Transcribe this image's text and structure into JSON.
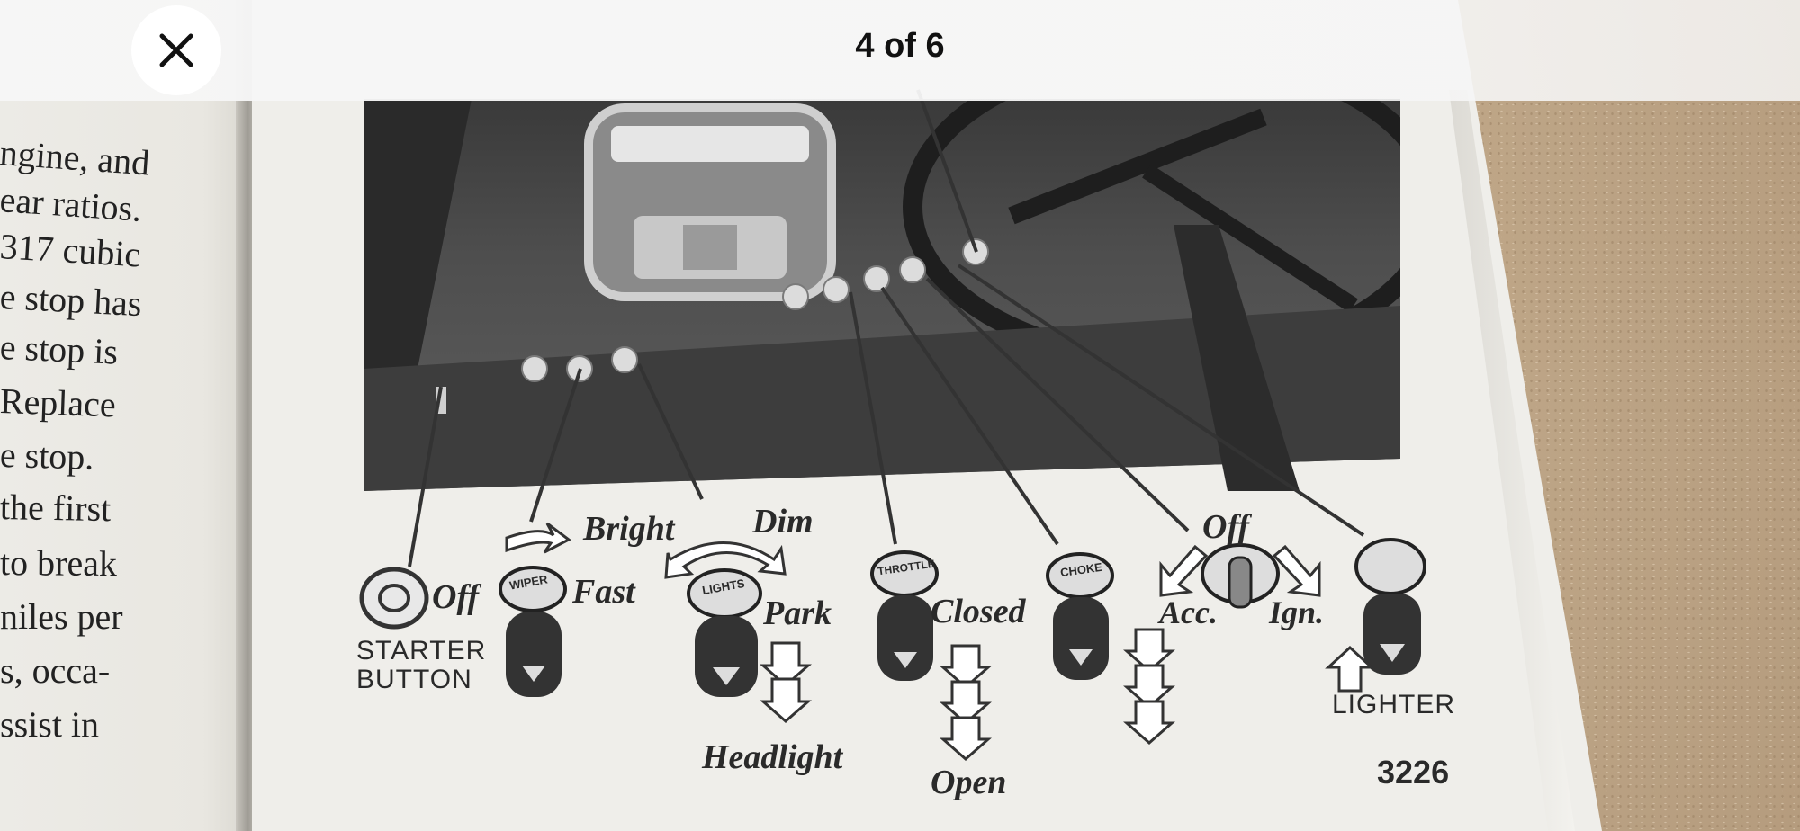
{
  "viewer": {
    "counter": "4 of 6",
    "close_icon": "close-icon"
  },
  "left_page": {
    "lines": [
      "ngine, and",
      "ear ratios.",
      "317 cubic",
      "e stop has",
      "e stop is",
      "Replace",
      "e stop.",
      "the first",
      "to break",
      "niles per",
      "s, occa-",
      "ssist in"
    ]
  },
  "diagram": {
    "starter": "STARTER\nBUTTON",
    "off_starter": "Off",
    "wiper_fast": "Fast",
    "bright": "Bright",
    "dim": "Dim",
    "park": "Park",
    "headlight": "Headlight",
    "closed": "Closed",
    "open": "Open",
    "off_ign": "Off",
    "acc": "Acc.",
    "ign": "Ign.",
    "lighter": "LIGHTER",
    "figure_number": "3226",
    "knob_wiper": "WIPER",
    "knob_lights": "LIGHTS",
    "knob_throttle": "THROTTLE",
    "knob_choke": "CHOKE"
  }
}
